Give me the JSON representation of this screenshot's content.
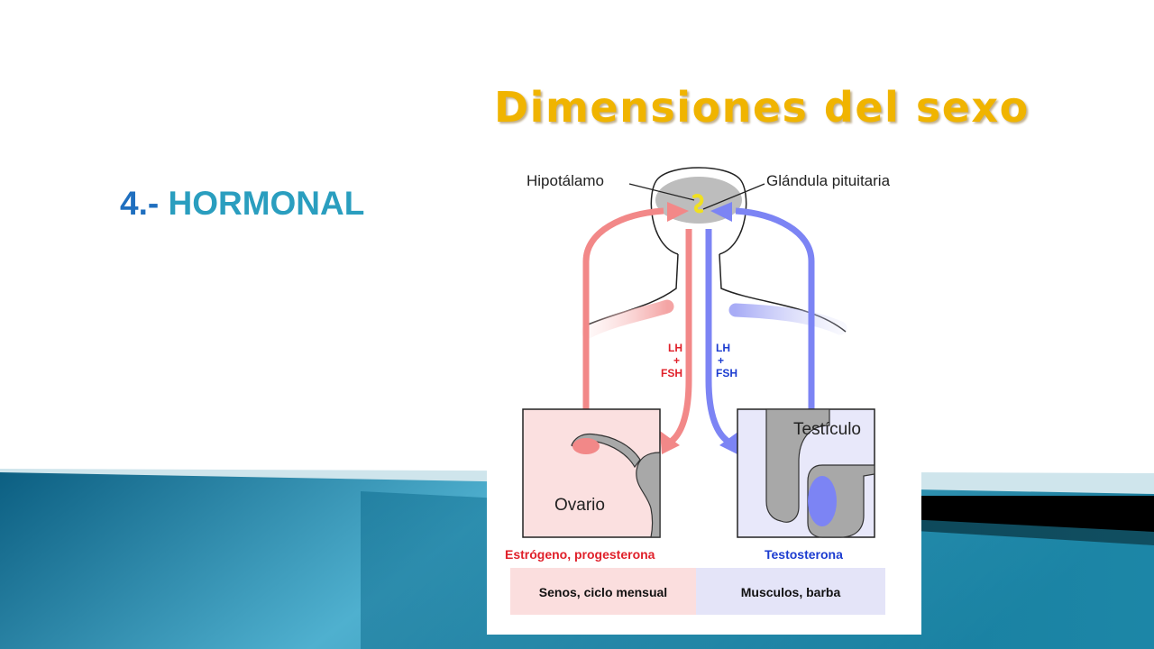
{
  "slide": {
    "title": "Dimensiones del sexo",
    "subtitle_number": "4.-",
    "subtitle_text": "HORMONAL"
  },
  "diagram": {
    "labels": {
      "hypothalamus": "Hipotálamo",
      "pituitary": "Glándula pituitaria",
      "ovary": "Ovario",
      "testicle": "Testículo"
    },
    "hormones_female": [
      "LH",
      "+",
      "FSH"
    ],
    "hormones_male": [
      "LH",
      "+",
      "FSH"
    ],
    "female_output": "Estrógeno, progesterona",
    "male_output": "Testosterona",
    "female_effects": "Senos, ciclo mensual",
    "male_effects": "Musculos, barba",
    "colors": {
      "female": "#f08080",
      "male": "#7c84f4",
      "female_text": "#e0202a",
      "male_text": "#1c3cd0",
      "brain": "#bdbdbd",
      "title": "#f0b400"
    }
  }
}
